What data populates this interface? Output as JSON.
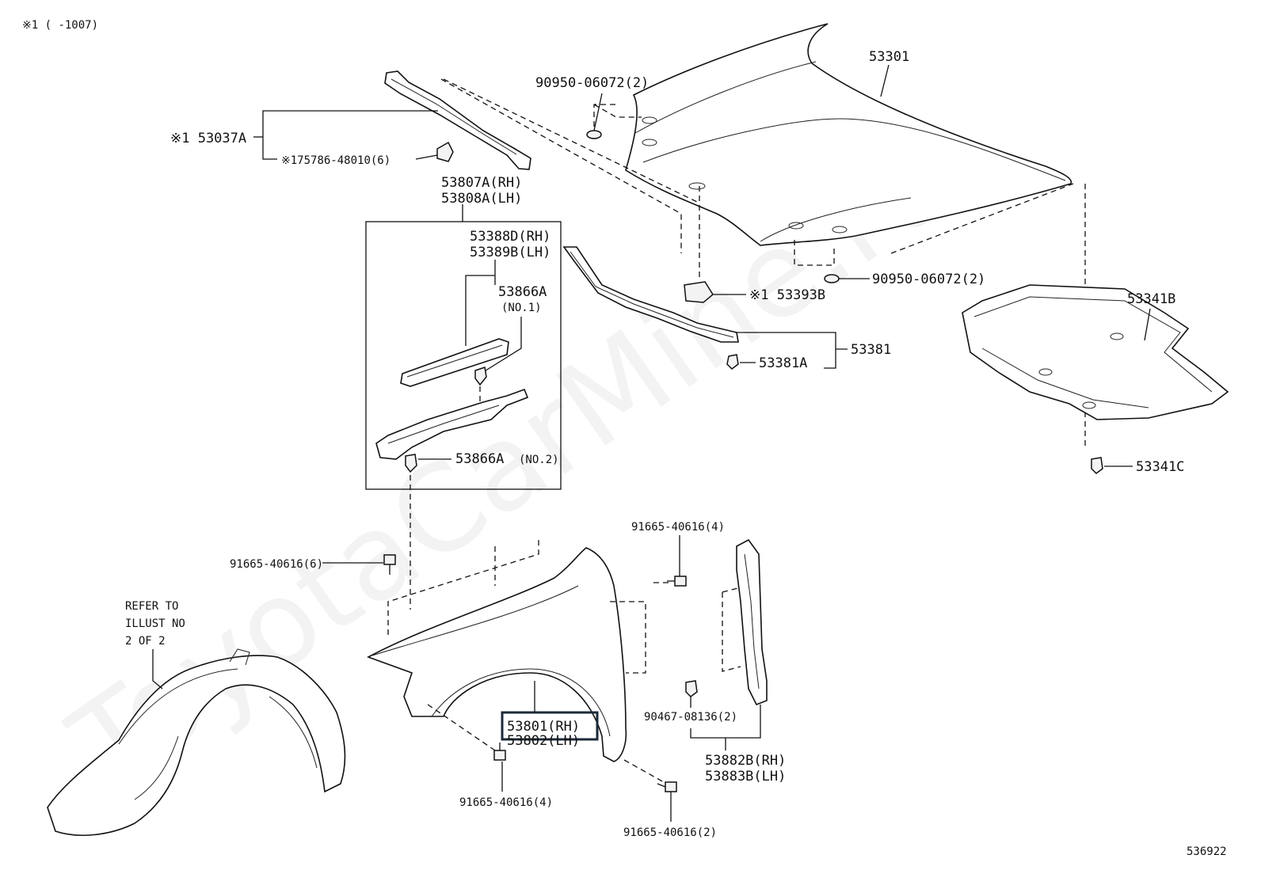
{
  "header": {
    "note": "※1 (    -1007)"
  },
  "watermark": "ToyotaCarMine.ru",
  "diagram_id": "536922",
  "highlight_color": "#1c2b3a",
  "refer_note": [
    "REFER TO",
    "ILLUST NO",
    "2 OF 2"
  ],
  "callouts": {
    "hood": "53301",
    "hood_cushion_upper": "90950-06072(2)",
    "hood_cushion_lower": "90950-06072(2)",
    "hood_seal_rear": "※1 53037A",
    "hood_seal_clip": "※175786-48010(6)",
    "fender_seal_rh": "53807A(RH)",
    "fender_seal_lh": "53808A(LH)",
    "fender_filler_rh": "53388D(RH)",
    "fender_filler_lh": "53389B(LH)",
    "clip_no1": "53866A",
    "clip_no1_note": "(NO.1)",
    "clip_no2": "53866A",
    "clip_no2_note": "(NO.2)",
    "hood_seal_front": "※1 53393B",
    "seal_assembly": "53381",
    "seal_clip": "53381A",
    "engine_cover": "53341B",
    "engine_cover_clip": "53341C",
    "bolt_fender_top": "91665-40616(6)",
    "bolt_fender_rear": "91665-40616(4)",
    "bolt_fender_front": "91665-40616(4)",
    "bolt_fender_lower": "91665-40616(2)",
    "fender_rh": "53801(RH)",
    "fender_lh": "53802(LH)",
    "clip_protector": "90467-08136(2)",
    "protector_rh": "53882B(RH)",
    "protector_lh": "53883B(LH)"
  }
}
